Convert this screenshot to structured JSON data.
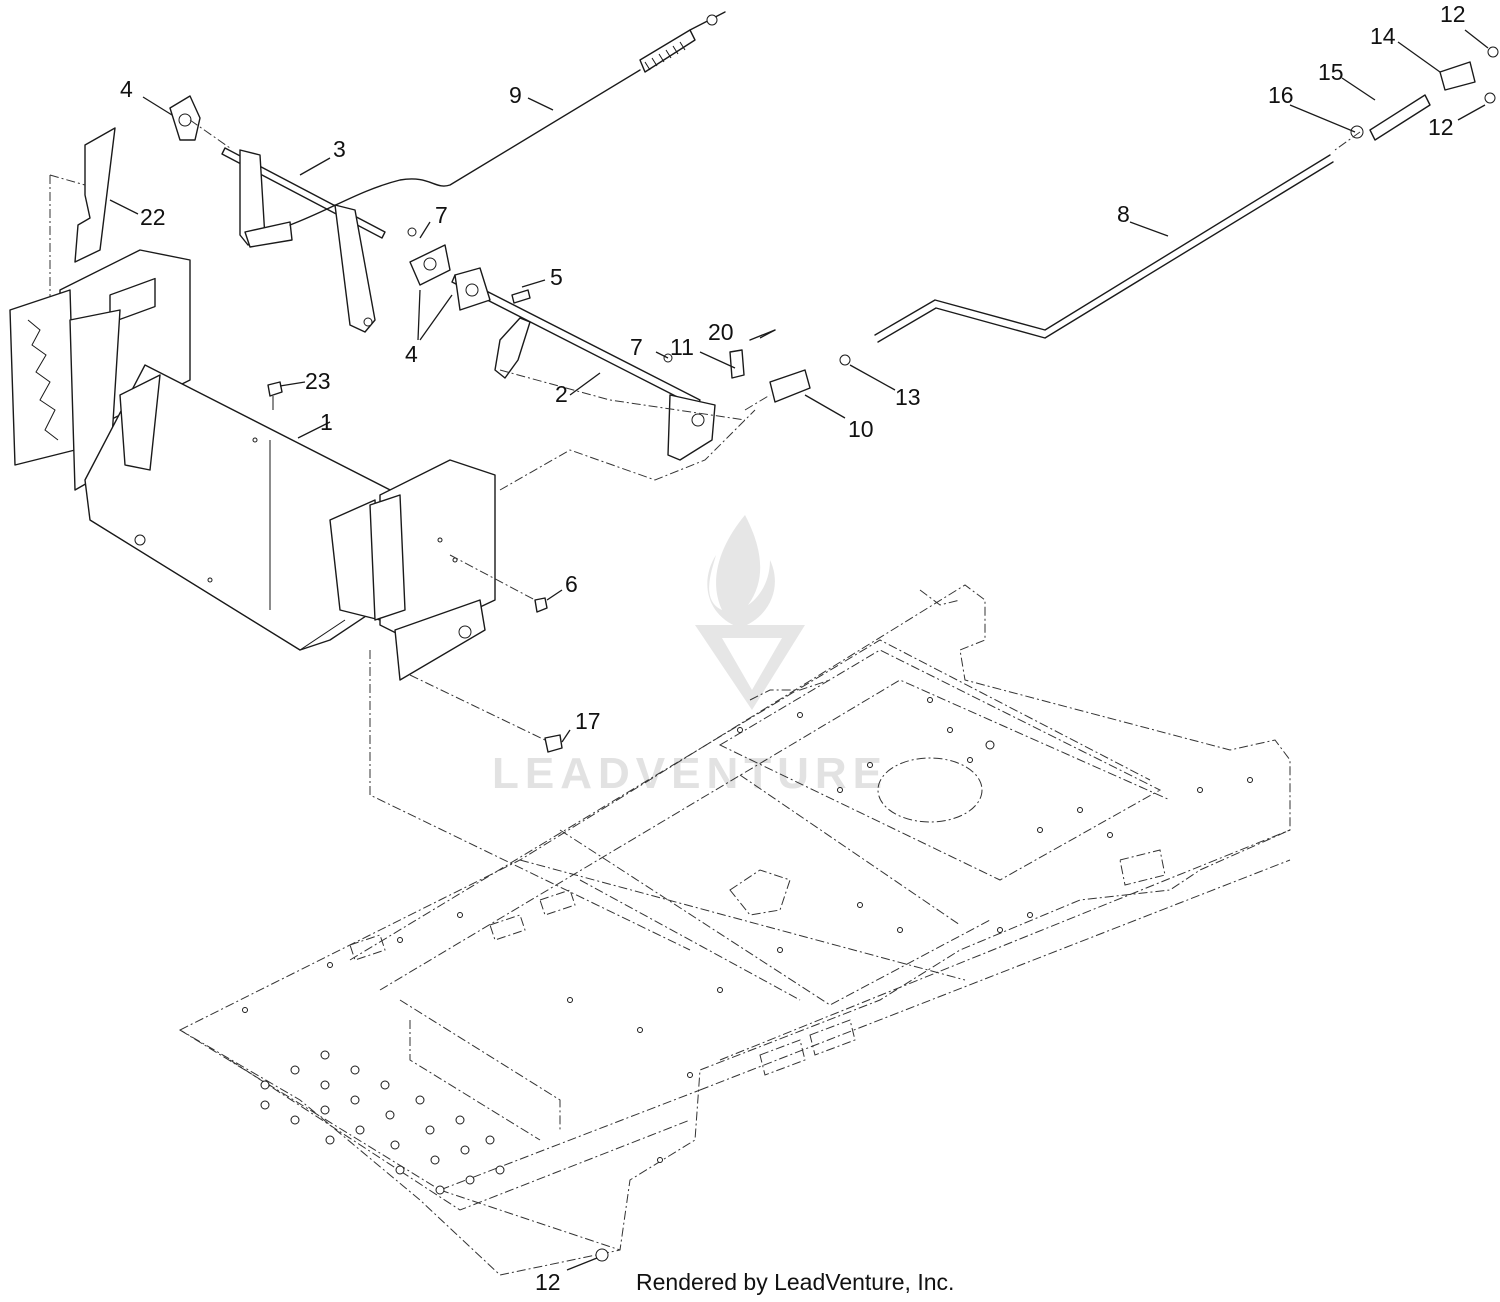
{
  "diagram": {
    "callouts": [
      {
        "id": "c1",
        "label": "1"
      },
      {
        "id": "c2",
        "label": "2"
      },
      {
        "id": "c3",
        "label": "3"
      },
      {
        "id": "c4a",
        "label": "4"
      },
      {
        "id": "c4b",
        "label": "4"
      },
      {
        "id": "c5",
        "label": "5"
      },
      {
        "id": "c6",
        "label": "6"
      },
      {
        "id": "c7a",
        "label": "7"
      },
      {
        "id": "c7b",
        "label": "7"
      },
      {
        "id": "c8",
        "label": "8"
      },
      {
        "id": "c9",
        "label": "9"
      },
      {
        "id": "c10",
        "label": "10"
      },
      {
        "id": "c11",
        "label": "11"
      },
      {
        "id": "c12a",
        "label": "12"
      },
      {
        "id": "c12b",
        "label": "12"
      },
      {
        "id": "c12c",
        "label": "12"
      },
      {
        "id": "c13",
        "label": "13"
      },
      {
        "id": "c14",
        "label": "14"
      },
      {
        "id": "c15",
        "label": "15"
      },
      {
        "id": "c16",
        "label": "16"
      },
      {
        "id": "c17",
        "label": "17"
      },
      {
        "id": "c20",
        "label": "20"
      },
      {
        "id": "c22",
        "label": "22"
      },
      {
        "id": "c23",
        "label": "23"
      }
    ]
  },
  "watermark": {
    "brand": "LEADVENTURE"
  },
  "credit": {
    "text": "Rendered by LeadVenture, Inc."
  }
}
